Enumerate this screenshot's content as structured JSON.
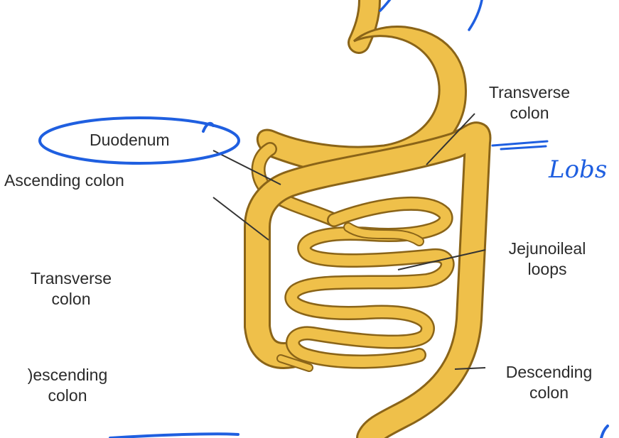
{
  "labels": {
    "duodenum": "Duodenum",
    "ascending_colon": "Ascending colon",
    "transverse_colon_right": [
      "Transverse",
      "colon"
    ],
    "transverse_colon_left": [
      "Transverse",
      "colon"
    ],
    "jejunoileal": [
      "Jejunoileal",
      "loops"
    ],
    "descending_left": [
      ")escending",
      "colon"
    ],
    "descending_right": [
      "Descending",
      "colon"
    ]
  },
  "annotation": {
    "handwritten_text": "Lobs"
  },
  "colors": {
    "organ_fill": "#efc04a",
    "organ_outline": "#8a6418",
    "label_text": "#2b2b2b",
    "leader_line": "#333333",
    "ink": "#1f5fe0"
  },
  "icons": {
    "organ": "digestive-tract-illustration"
  }
}
